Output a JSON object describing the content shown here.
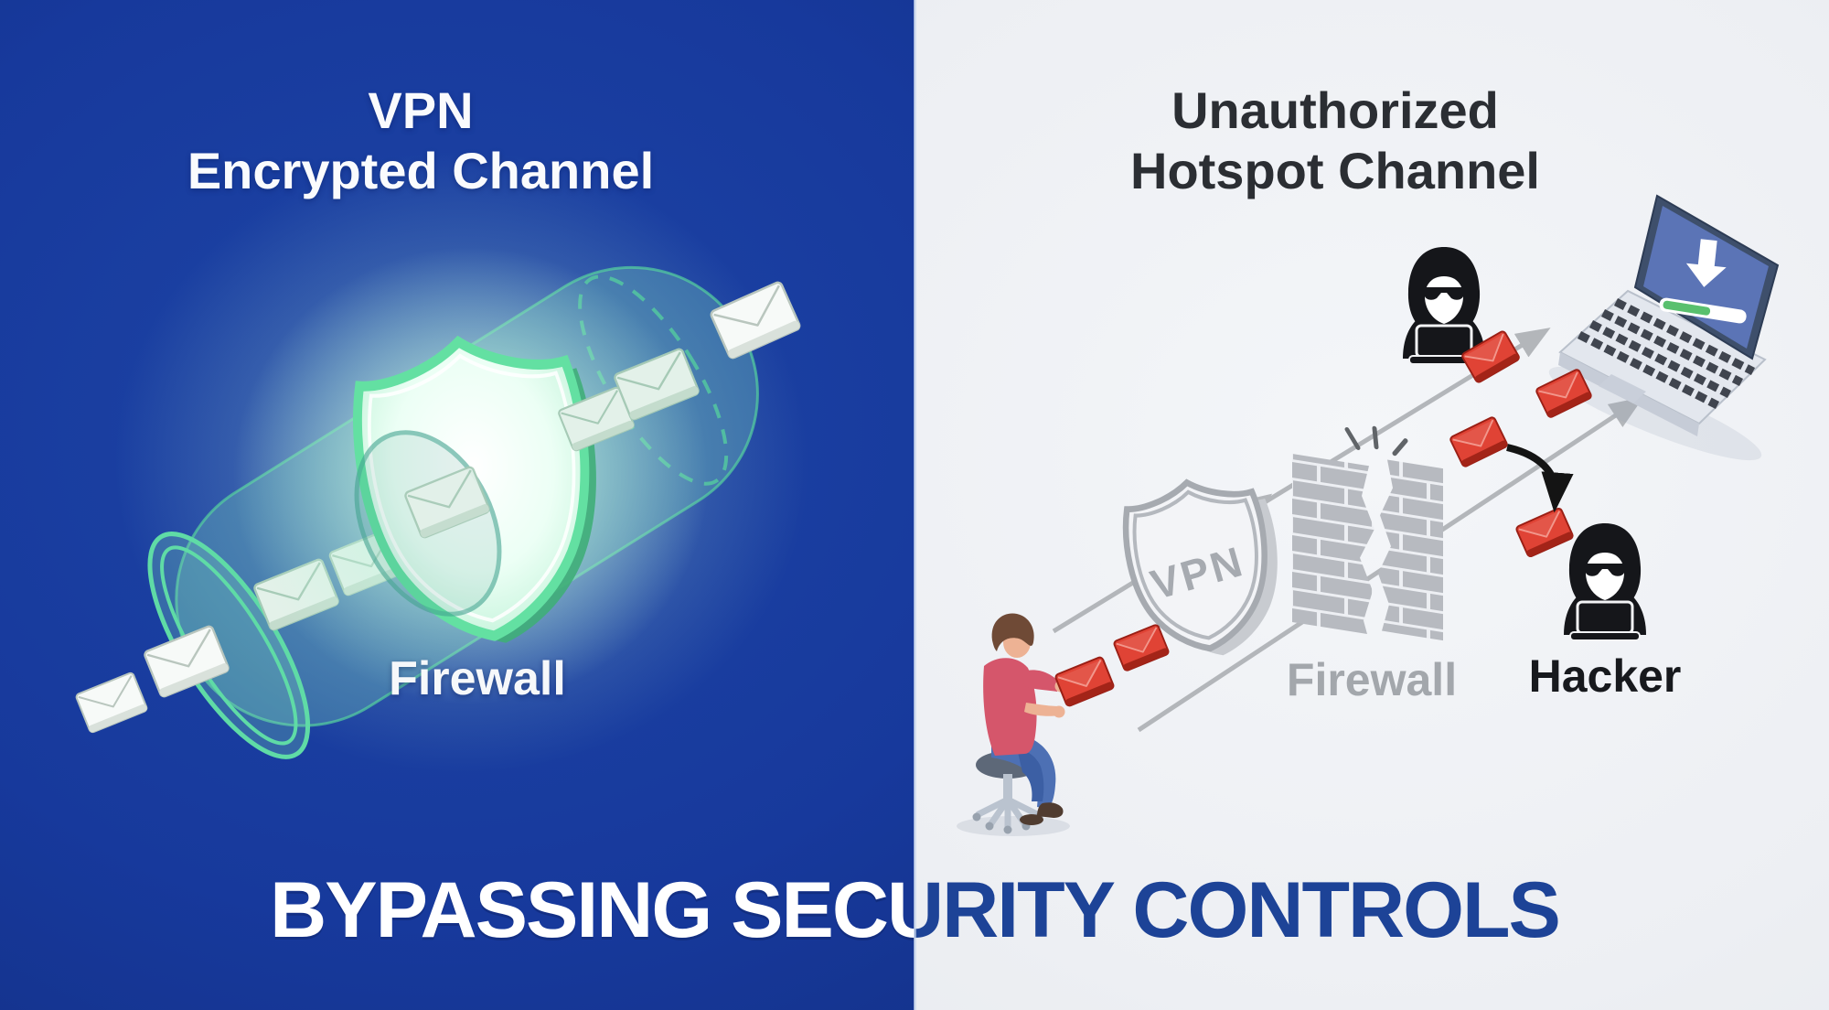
{
  "left_panel": {
    "title_line1": "VPN",
    "title_line2": "Encrypted Channel",
    "firewall_label": "Firewall",
    "colors": {
      "background": "#17399C",
      "shield_rim_green": "#63E0A2",
      "shield_glow": "#EAFFF2",
      "tunnel_teal": "#7ED6BC",
      "envelope_white": "#F7FAF8",
      "label_text": "#FFFFFF"
    }
  },
  "right_panel": {
    "title_line1": "Unauthorized",
    "title_line2": "Hotspot Channel",
    "vpn_badge": "VPN",
    "firewall_label": "Firewall",
    "hacker_label": "Hacker",
    "colors": {
      "background": "#EEF0F4",
      "title_text": "#2B2E33",
      "flow_line_gray": "#B3B6BA",
      "wall_brick_gray": "#B7BAC0",
      "shield_outline_gray": "#A6AAB0",
      "firewall_label_gray": "#A3A7AC",
      "hacker_black": "#15161A",
      "envelope_red": "#E04335",
      "envelope_red_dark": "#9A1F15",
      "laptop_screen_blue": "#5B74B6",
      "progress_green": "#59C06E",
      "shirt_red": "#D5566B",
      "jeans_blue": "#4D70B4"
    }
  },
  "headline": {
    "text": "BYPASSING SECURITY CONTROLS",
    "left_color": "#FFFFFF",
    "right_color": "#1D4397"
  },
  "icons": {
    "left": [
      "vpn-tunnel",
      "glowing-shield-icon",
      "envelope-icon"
    ],
    "right": [
      "user-figure",
      "vpn-shield-icon",
      "broken-firewall-icon",
      "hacker-icon",
      "laptop-download-icon",
      "red-envelope-icon",
      "flow-arrow",
      "intercept-arrow"
    ]
  }
}
